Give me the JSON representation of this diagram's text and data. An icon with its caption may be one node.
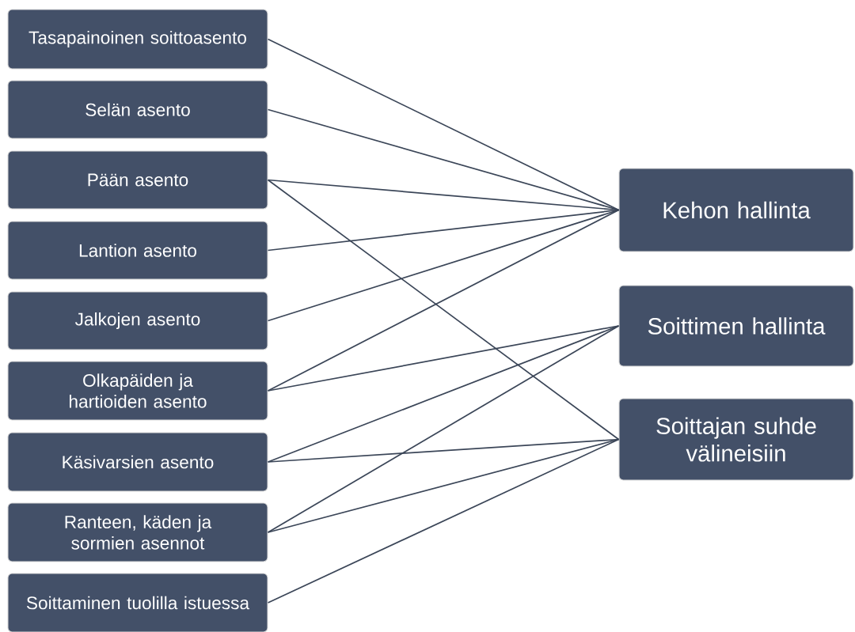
{
  "diagram": {
    "nodes": [
      {
        "text": [
          "Tasapainoinen soittoasento"
        ]
      },
      {
        "text": [
          "Selän asento"
        ]
      },
      {
        "text": [
          "Pään asento"
        ]
      },
      {
        "text": [
          "Lantion asento"
        ]
      },
      {
        "text": [
          "Jalkojen asento"
        ]
      },
      {
        "text": [
          "Olkapäiden ja hartioiden asento"
        ]
      },
      {
        "text": [
          "Käsivarsien asento"
        ]
      },
      {
        "text": [
          "Ranteen, käden ja sormien asennot"
        ]
      },
      {
        "text": [
          "Soittaminen tuolilla istuessa"
        ]
      },
      {
        "text": [
          "Kehon hallinta"
        ]
      },
      {
        "text": [
          "Soittimen hallinta"
        ]
      },
      {
        "text": [
          "Soittajan suhde välineisiin"
        ]
      }
    ],
    "edges": [
      {
        "from": 0,
        "to": 9,
        "arrow": "none"
      },
      {
        "from": 1,
        "to": 9,
        "arrow": "none"
      },
      {
        "from": 2,
        "to": 9,
        "arrow": "none"
      },
      {
        "from": 2,
        "to": 11,
        "arrow": "none"
      },
      {
        "from": 3,
        "to": 9,
        "arrow": "none"
      },
      {
        "from": 4,
        "to": 9,
        "arrow": "none"
      },
      {
        "from": 5,
        "to": 9,
        "arrow": "none"
      },
      {
        "from": 5,
        "to": 10,
        "arrow": "none"
      },
      {
        "from": 6,
        "to": 10,
        "arrow": "none"
      },
      {
        "from": 6,
        "to": 11,
        "arrow": "none"
      },
      {
        "from": 7,
        "to": 10,
        "arrow": "none"
      },
      {
        "from": 7,
        "to": 11,
        "arrow": "none"
      },
      {
        "from": 8,
        "to": 11,
        "arrow": "none"
      }
    ]
  }
}
